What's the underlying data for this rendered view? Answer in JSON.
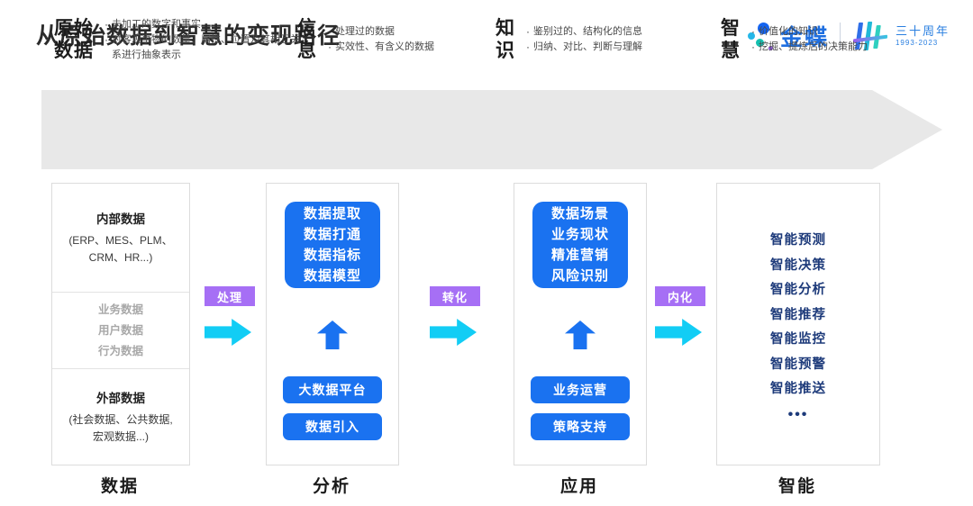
{
  "header": {
    "title": "从原始数据到智慧的变现路径",
    "brand_name": "金蝶",
    "anniversary_cn": "三十周年",
    "anniversary_years": "1993-2023"
  },
  "banner": {
    "stages": [
      {
        "title": "原始\n数据",
        "bullets": [
          "未加工的数字和事实",
          "对客观事物的数量、属性、位置及其相互关系进行抽象表示"
        ]
      },
      {
        "title": "信\n息",
        "bullets": [
          "处理过的数据",
          "实效性、有含义的数据"
        ]
      },
      {
        "title": "知\n识",
        "bullets": [
          "鉴别过的、结构化的信息",
          "归纳、对比、判断与理解"
        ]
      },
      {
        "title": "智\n慧",
        "bullets": [
          "价值化的知识",
          "挖掘、提炼后的决策能力"
        ]
      }
    ],
    "bullet_marker": "·"
  },
  "columns": {
    "data": {
      "internal_title": "内部数据",
      "internal_sub": "(ERP、MES、PLM、\nCRM、HR...)",
      "middle_items": [
        "业务数据",
        "用户数据",
        "行为数据"
      ],
      "external_title": "外部数据",
      "external_sub": "(社会数据、公共数据,\n宏观数据...)",
      "footer": "数据"
    },
    "analysis": {
      "box_text": "数据提取\n数据打通\n数据指标\n数据模型",
      "pill_a": "大数据平台",
      "pill_b": "数据引入",
      "footer": "分析"
    },
    "application": {
      "box_text": "数据场景\n业务现状\n精准营销\n风险识别",
      "pill_a": "业务运营",
      "pill_b": "策略支持",
      "footer": "应用"
    },
    "intelligence": {
      "items": [
        "智能预测",
        "智能决策",
        "智能分析",
        "智能推荐",
        "智能监控",
        "智能预警",
        "智能推送"
      ],
      "ellipsis": "•••",
      "footer": "智能"
    }
  },
  "connectors": [
    {
      "label": "处理"
    },
    {
      "label": "转化"
    },
    {
      "label": "内化"
    }
  ],
  "colors": {
    "accent_blue": "#1a72f0",
    "arrow_cyan": "#12cdf5",
    "tag_purple": "#a66ff5",
    "banner_gray": "#e8e8e8",
    "smart_navy": "#1d3a7a"
  }
}
